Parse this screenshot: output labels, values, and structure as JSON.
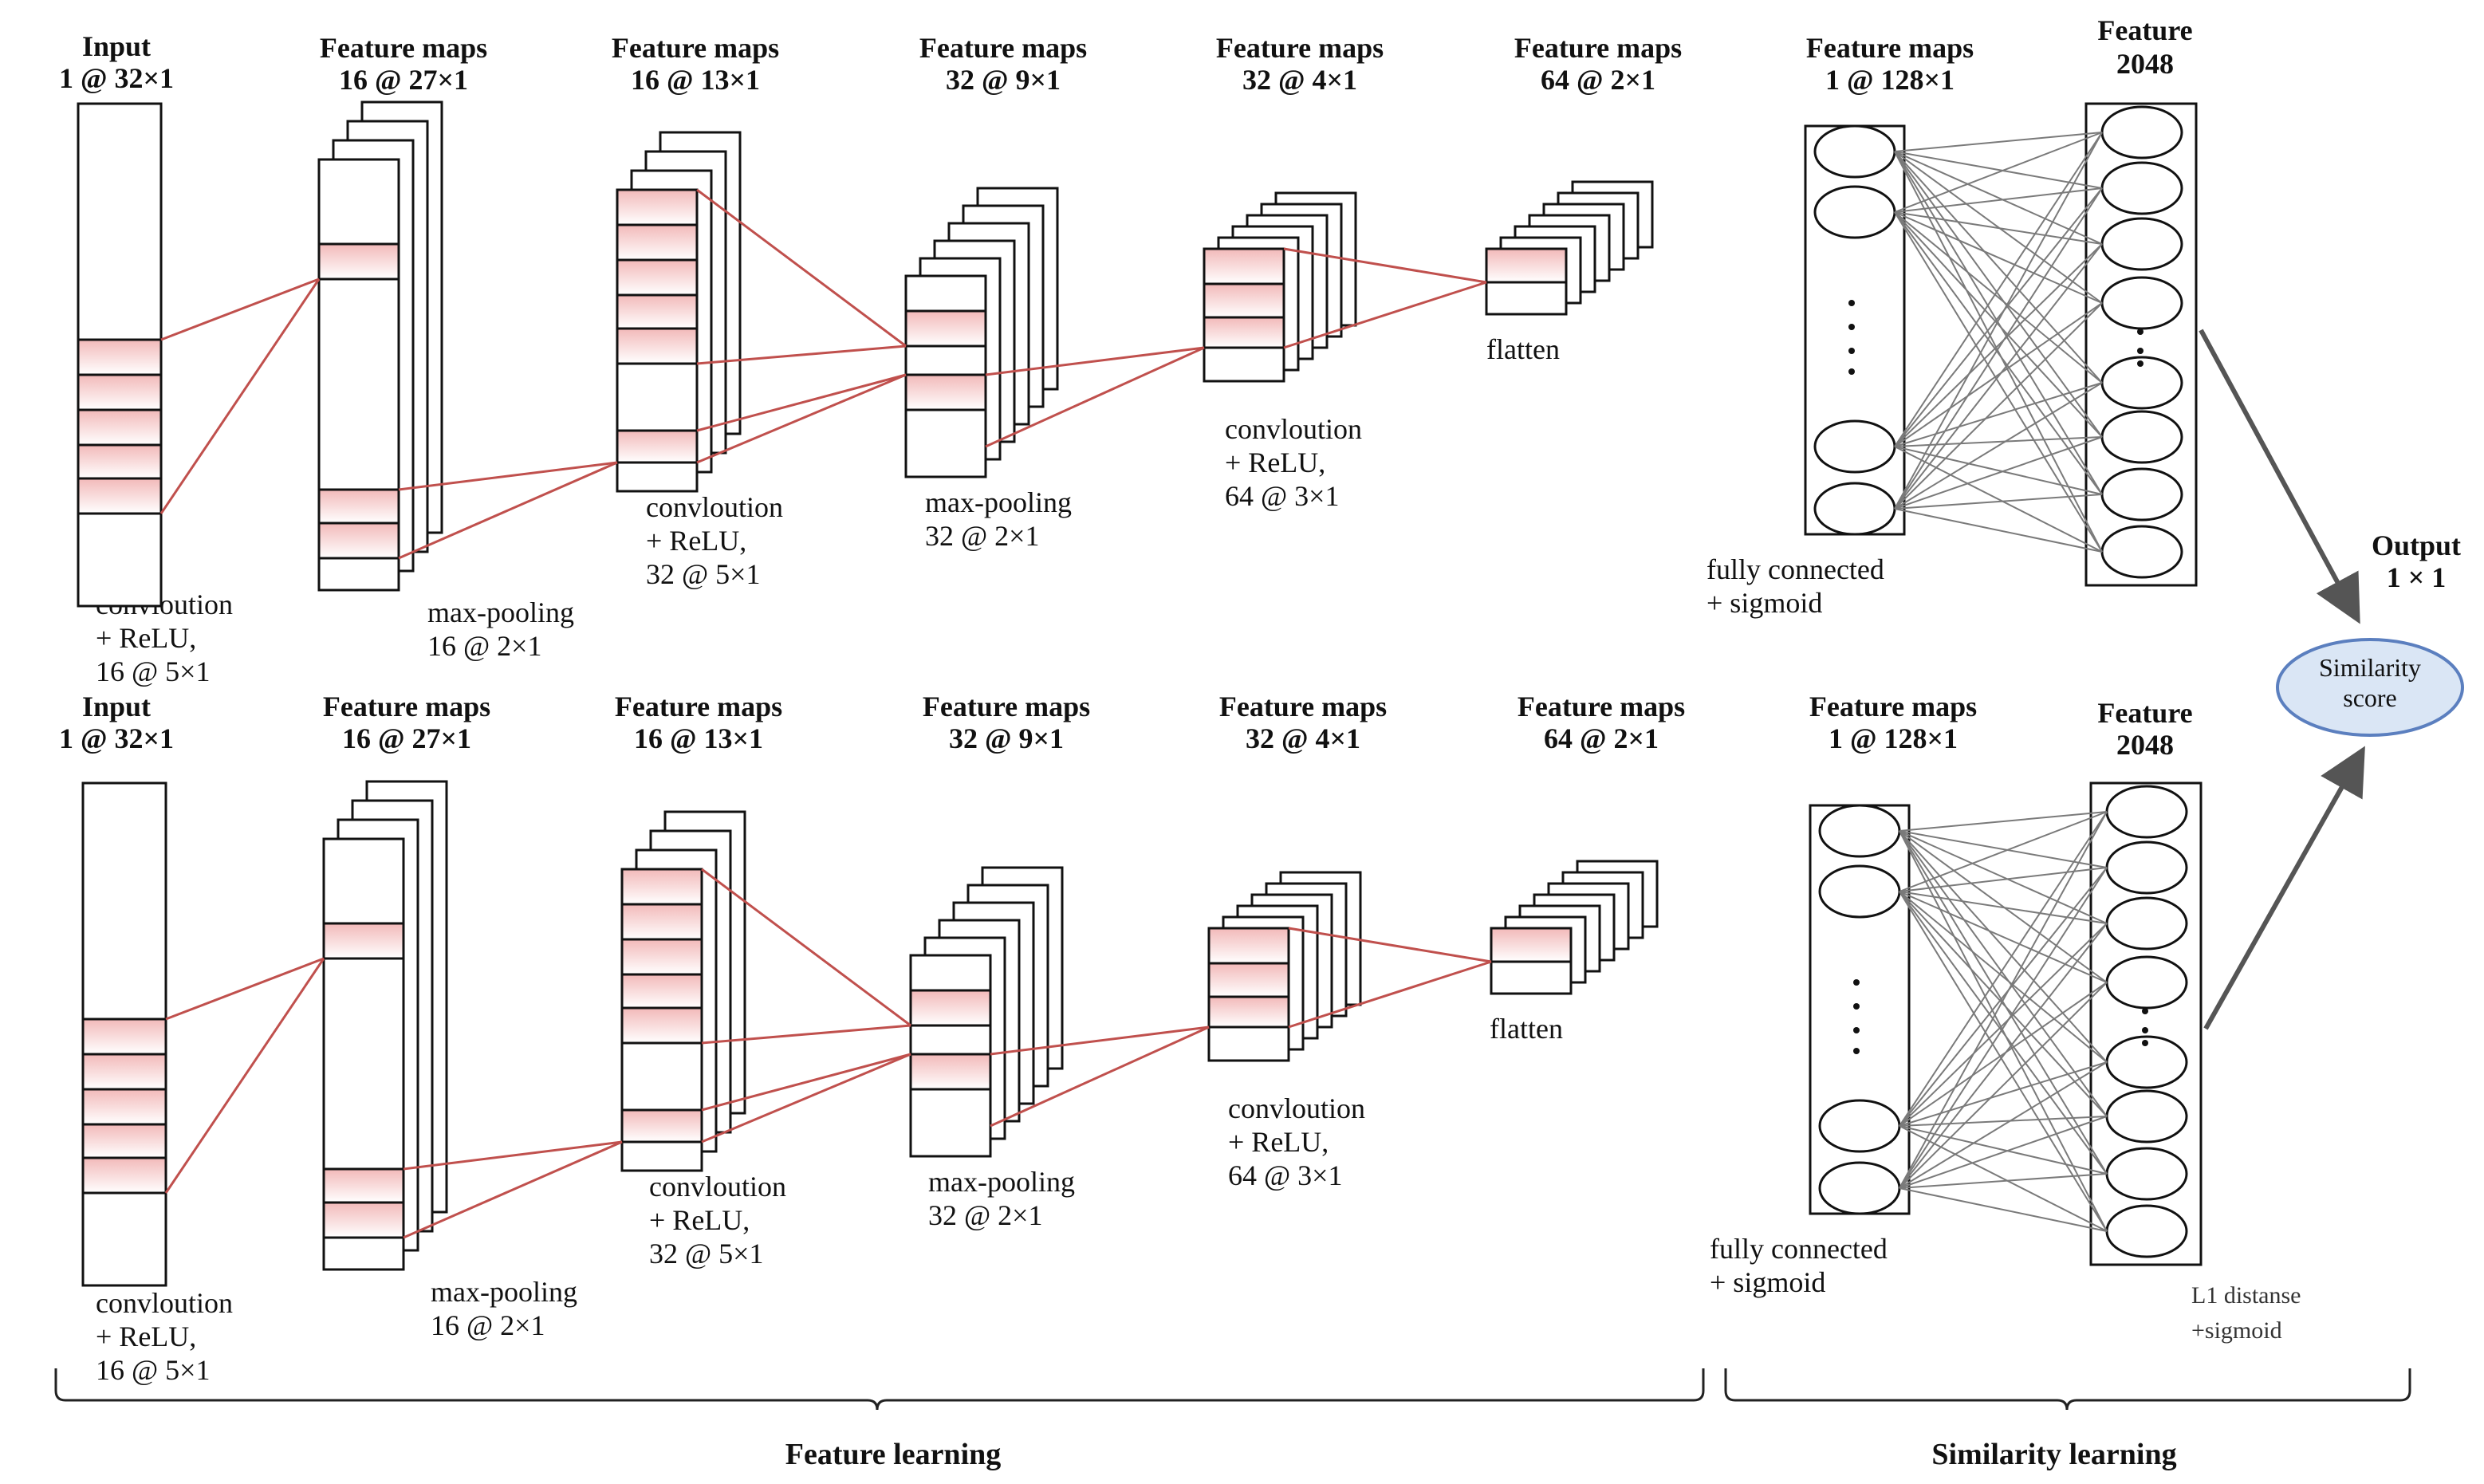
{
  "branches": [
    {
      "id": "top",
      "headers": [
        {
          "line1": "Input",
          "line2": "1 @ 32×1"
        },
        {
          "line1": "Feature maps",
          "line2": "16 @ 27×1"
        },
        {
          "line1": "Feature maps",
          "line2": "16 @ 13×1"
        },
        {
          "line1": "Feature maps",
          "line2": "32 @ 9×1"
        },
        {
          "line1": "Feature maps",
          "line2": "32 @ 4×1"
        },
        {
          "line1": "Feature maps",
          "line2": "64 @ 2×1"
        },
        {
          "line1": "Feature maps",
          "line2": "1 @ 128×1"
        },
        {
          "line1": "Feature",
          "line2": "2048"
        }
      ],
      "ops": [
        {
          "lines": [
            "convloution",
            "+ ReLU,",
            "16 @ 5×1"
          ]
        },
        {
          "lines": [
            "max-pooling",
            "16 @ 2×1"
          ]
        },
        {
          "lines": [
            "convloution",
            "+ ReLU,",
            "32 @ 5×1"
          ]
        },
        {
          "lines": [
            "max-pooling",
            "32 @ 2×1"
          ]
        },
        {
          "lines": [
            "convloution",
            "+ ReLU,",
            "64 @ 3×1"
          ]
        },
        {
          "lines": [
            "flatten"
          ]
        },
        {
          "lines": [
            "fully connected",
            "+ sigmoid"
          ]
        }
      ]
    },
    {
      "id": "bottom",
      "headers": [
        {
          "line1": "Input",
          "line2": "1 @ 32×1"
        },
        {
          "line1": "Feature maps",
          "line2": "16 @ 27×1"
        },
        {
          "line1": "Feature maps",
          "line2": "16 @ 13×1"
        },
        {
          "line1": "Feature maps",
          "line2": "32 @ 9×1"
        },
        {
          "line1": "Feature maps",
          "line2": "32 @ 4×1"
        },
        {
          "line1": "Feature maps",
          "line2": "64 @ 2×1"
        },
        {
          "line1": "Feature maps",
          "line2": "1 @ 128×1"
        },
        {
          "line1": "Feature",
          "line2": "2048"
        }
      ],
      "ops": [
        {
          "lines": [
            "convloution",
            "+ ReLU,",
            "16 @ 5×1"
          ]
        },
        {
          "lines": [
            "max-pooling",
            "16 @ 2×1"
          ]
        },
        {
          "lines": [
            "convloution",
            "+ ReLU,",
            "32 @ 5×1"
          ]
        },
        {
          "lines": [
            "max-pooling",
            "32 @ 2×1"
          ]
        },
        {
          "lines": [
            "convloution",
            "+ ReLU,",
            "64 @ 3×1"
          ]
        },
        {
          "lines": [
            "flatten"
          ]
        },
        {
          "lines": [
            "fully connected",
            "+ sigmoid"
          ]
        }
      ]
    }
  ],
  "output": {
    "line1": "Output",
    "line2": "1 × 1"
  },
  "similarity_node": {
    "line1": "Similarity",
    "line2": "score"
  },
  "distance_label": {
    "line1": "L1 distanse",
    "line2": "+sigmoid"
  },
  "sections": {
    "feature": "Feature learning",
    "similarity": "Similarity learning"
  },
  "colors": {
    "connector": "#c0504d",
    "highlight": "#f3c6c6",
    "similarity_fill": "#dae6f5",
    "similarity_stroke": "#5b7fbf",
    "arrow": "#555555"
  }
}
